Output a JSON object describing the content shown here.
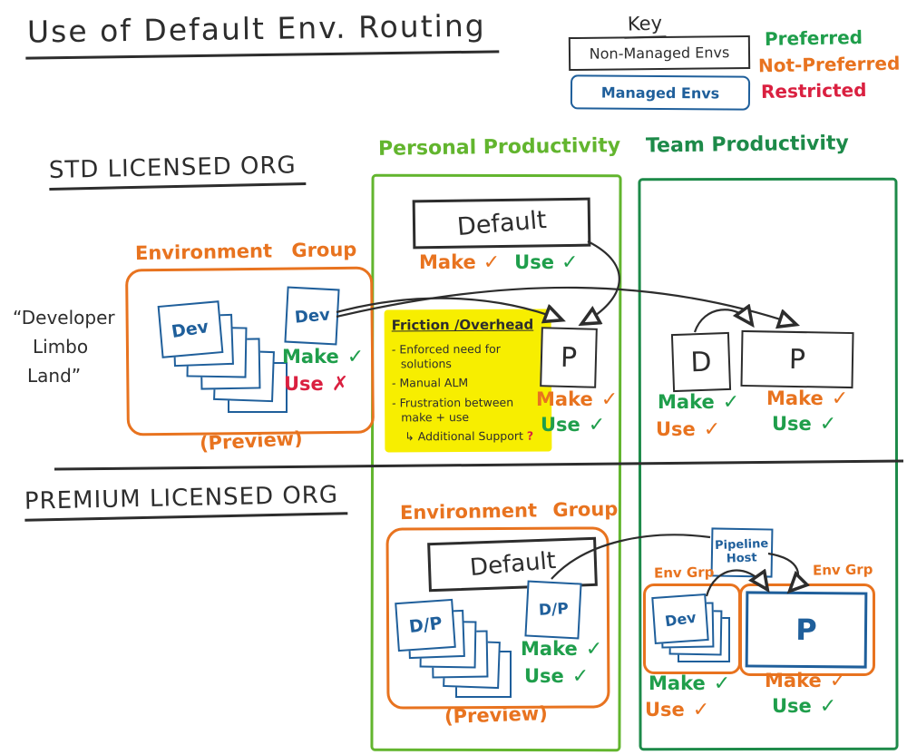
{
  "title": "Use of Default Env. Routing",
  "key": {
    "heading": "Key",
    "non_managed_label": "Non-Managed Envs",
    "managed_label": "Managed Envs",
    "legend": {
      "preferred": "Preferred",
      "not_preferred": "Not-Preferred",
      "restricted": "Restricted"
    }
  },
  "palette": {
    "preferred_green": "#1f9e4b",
    "personal_column_green": "#62b52e",
    "team_column_green": "#1d8a49",
    "not_preferred_orange": "#e8731f",
    "restricted_red": "#da2040",
    "managed_blue": "#1f5f9b",
    "ink": "#2d2d2d",
    "highlight_yellow": "#f7ee00"
  },
  "columns": {
    "personal_header": "Personal Productivity",
    "team_header": "Team Productivity"
  },
  "std_row": {
    "heading": "STD LICENSED ORG",
    "limbo_note": {
      "line1": "“Developer",
      "line2": "Limbo",
      "line3": "Land”"
    },
    "env_group": {
      "title": "Environment Group",
      "stack_card_label": "Dev",
      "single_card_label": "Dev",
      "make_label": "Make",
      "make_mark": "✓",
      "use_label": "Use",
      "use_mark": "✗",
      "preview_label": "(Preview)"
    },
    "personal": {
      "default_label": "Default",
      "default_make_label": "Make",
      "default_make_mark": "✓",
      "default_use_label": "Use",
      "default_use_mark": "✓",
      "p_label": "P",
      "p_make_label": "Make",
      "p_make_mark": "✓",
      "p_use_label": "Use",
      "p_use_mark": "✓"
    },
    "friction": {
      "title": "Friction /Overhead",
      "item1": "-  Enforced need for solutions",
      "item2": "-  Manual ALM",
      "item3": "-  Frustration between make + use",
      "item4": "↳ Additional Support",
      "item4_mark": "?"
    },
    "team": {
      "d_label": "D",
      "p_label": "P",
      "d_make_label": "Make",
      "d_make_mark": "✓",
      "d_use_label": "Use",
      "d_use_mark": "✓",
      "p_make_label": "Make",
      "p_make_mark": "✓",
      "p_use_label": "Use",
      "p_use_mark": "✓"
    }
  },
  "premium_row": {
    "heading": "PREMIUM LICENSED ORG",
    "env_group": {
      "title": "Environment Group",
      "default_label": "Default",
      "stack_card_label": "D/P",
      "single_card_label": "D/P",
      "make_label": "Make",
      "make_mark": "✓",
      "use_label": "Use",
      "use_mark": "✓",
      "preview_label": "(Preview)"
    },
    "team": {
      "pipeline_host_line1": "Pipeline",
      "pipeline_host_line2": "Host",
      "left_env_grp_label": "Env Grp",
      "right_env_grp_label": "Env Grp",
      "dev_stack_label": "Dev",
      "p_label": "P",
      "dev_make_label": "Make",
      "dev_make_mark": "✓",
      "dev_use_label": "Use",
      "dev_use_mark": "✓",
      "p_make_label": "Make",
      "p_make_mark": "✓",
      "p_use_label": "Use",
      "p_use_mark": "✓"
    }
  }
}
